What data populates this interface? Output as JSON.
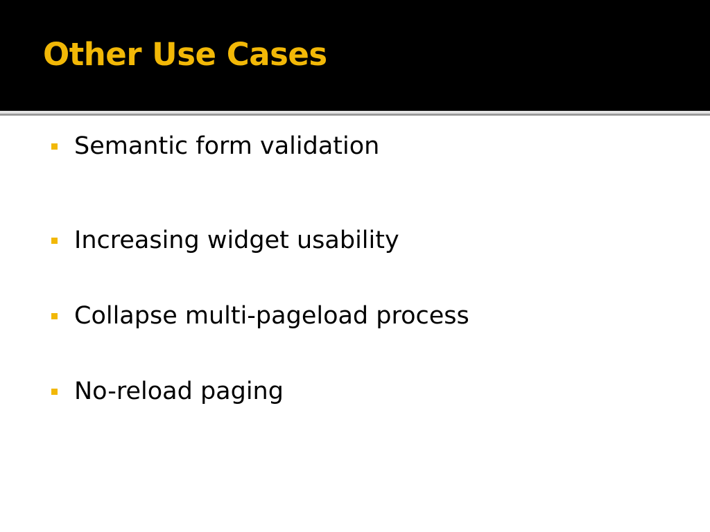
{
  "slide": {
    "title": "Other Use Cases",
    "colors": {
      "title_band": "#000000",
      "title_text": "#f2b807",
      "bullet_marker": "#f2b807",
      "body_text": "#000000",
      "background": "#ffffff"
    },
    "bullet_marker_icon": "square-bullet-icon",
    "bullets": [
      "Semantic form validation",
      "Increasing widget usability",
      "Collapse multi-pageload process",
      "No-reload paging"
    ]
  }
}
